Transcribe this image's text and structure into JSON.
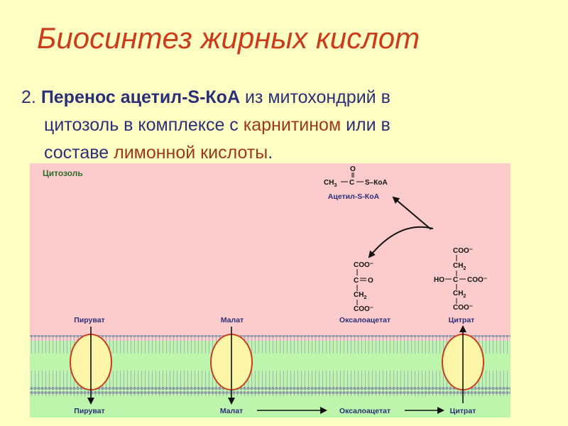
{
  "slide": {
    "title": "Биосинтез жирных кислот",
    "point": {
      "number": "2.",
      "bold_part": "Перенос ацетил-S-КоА",
      "text1": " из митохондрий в",
      "text2": "цитозоль в комплексе с ",
      "red1": "карнитином",
      "text3": " или в",
      "text4": "составе ",
      "red2": "лимонной кислоты",
      "text5": "."
    }
  },
  "diagram": {
    "compartment_label": "Цитозоль",
    "top_labels": {
      "pyruvate": "Пируват",
      "malate": "Малат",
      "oxaloacetate": "Оксалоацетат",
      "citrate": "Цитрат"
    },
    "bottom_labels": {
      "pyruvate": "Пируват",
      "malate": "Малат",
      "oxaloacetate": "Оксалоацетат",
      "citrate": "Цитрат"
    },
    "acetyl_coa": {
      "name": "Ацетил-S-КоА",
      "ch3": "CH",
      "sub3": "3",
      "c": "C",
      "s_koa": "S–КоА",
      "o": "O"
    },
    "oxaloacetate_formula": [
      "COO⁻",
      "C",
      "O",
      "CH",
      "2",
      "COO⁻"
    ],
    "citrate_formula": {
      "top": "COO⁻",
      "ch2a": "CH",
      "sub_a": "2",
      "ho": "HO",
      "c": "C",
      "coo_right": "COO⁻",
      "ch2b": "CH",
      "sub_b": "2",
      "bottom": "COO⁻"
    },
    "colors": {
      "cytosol": "#fccbcb",
      "matrix": "#bdf5ac",
      "membrane": "#8e9aaa",
      "carrier_fill": "#fdf6a8",
      "carrier_stroke": "#cc3b1c",
      "label": "#2b2f7a",
      "compartment_label": "#2e6b2e"
    }
  }
}
